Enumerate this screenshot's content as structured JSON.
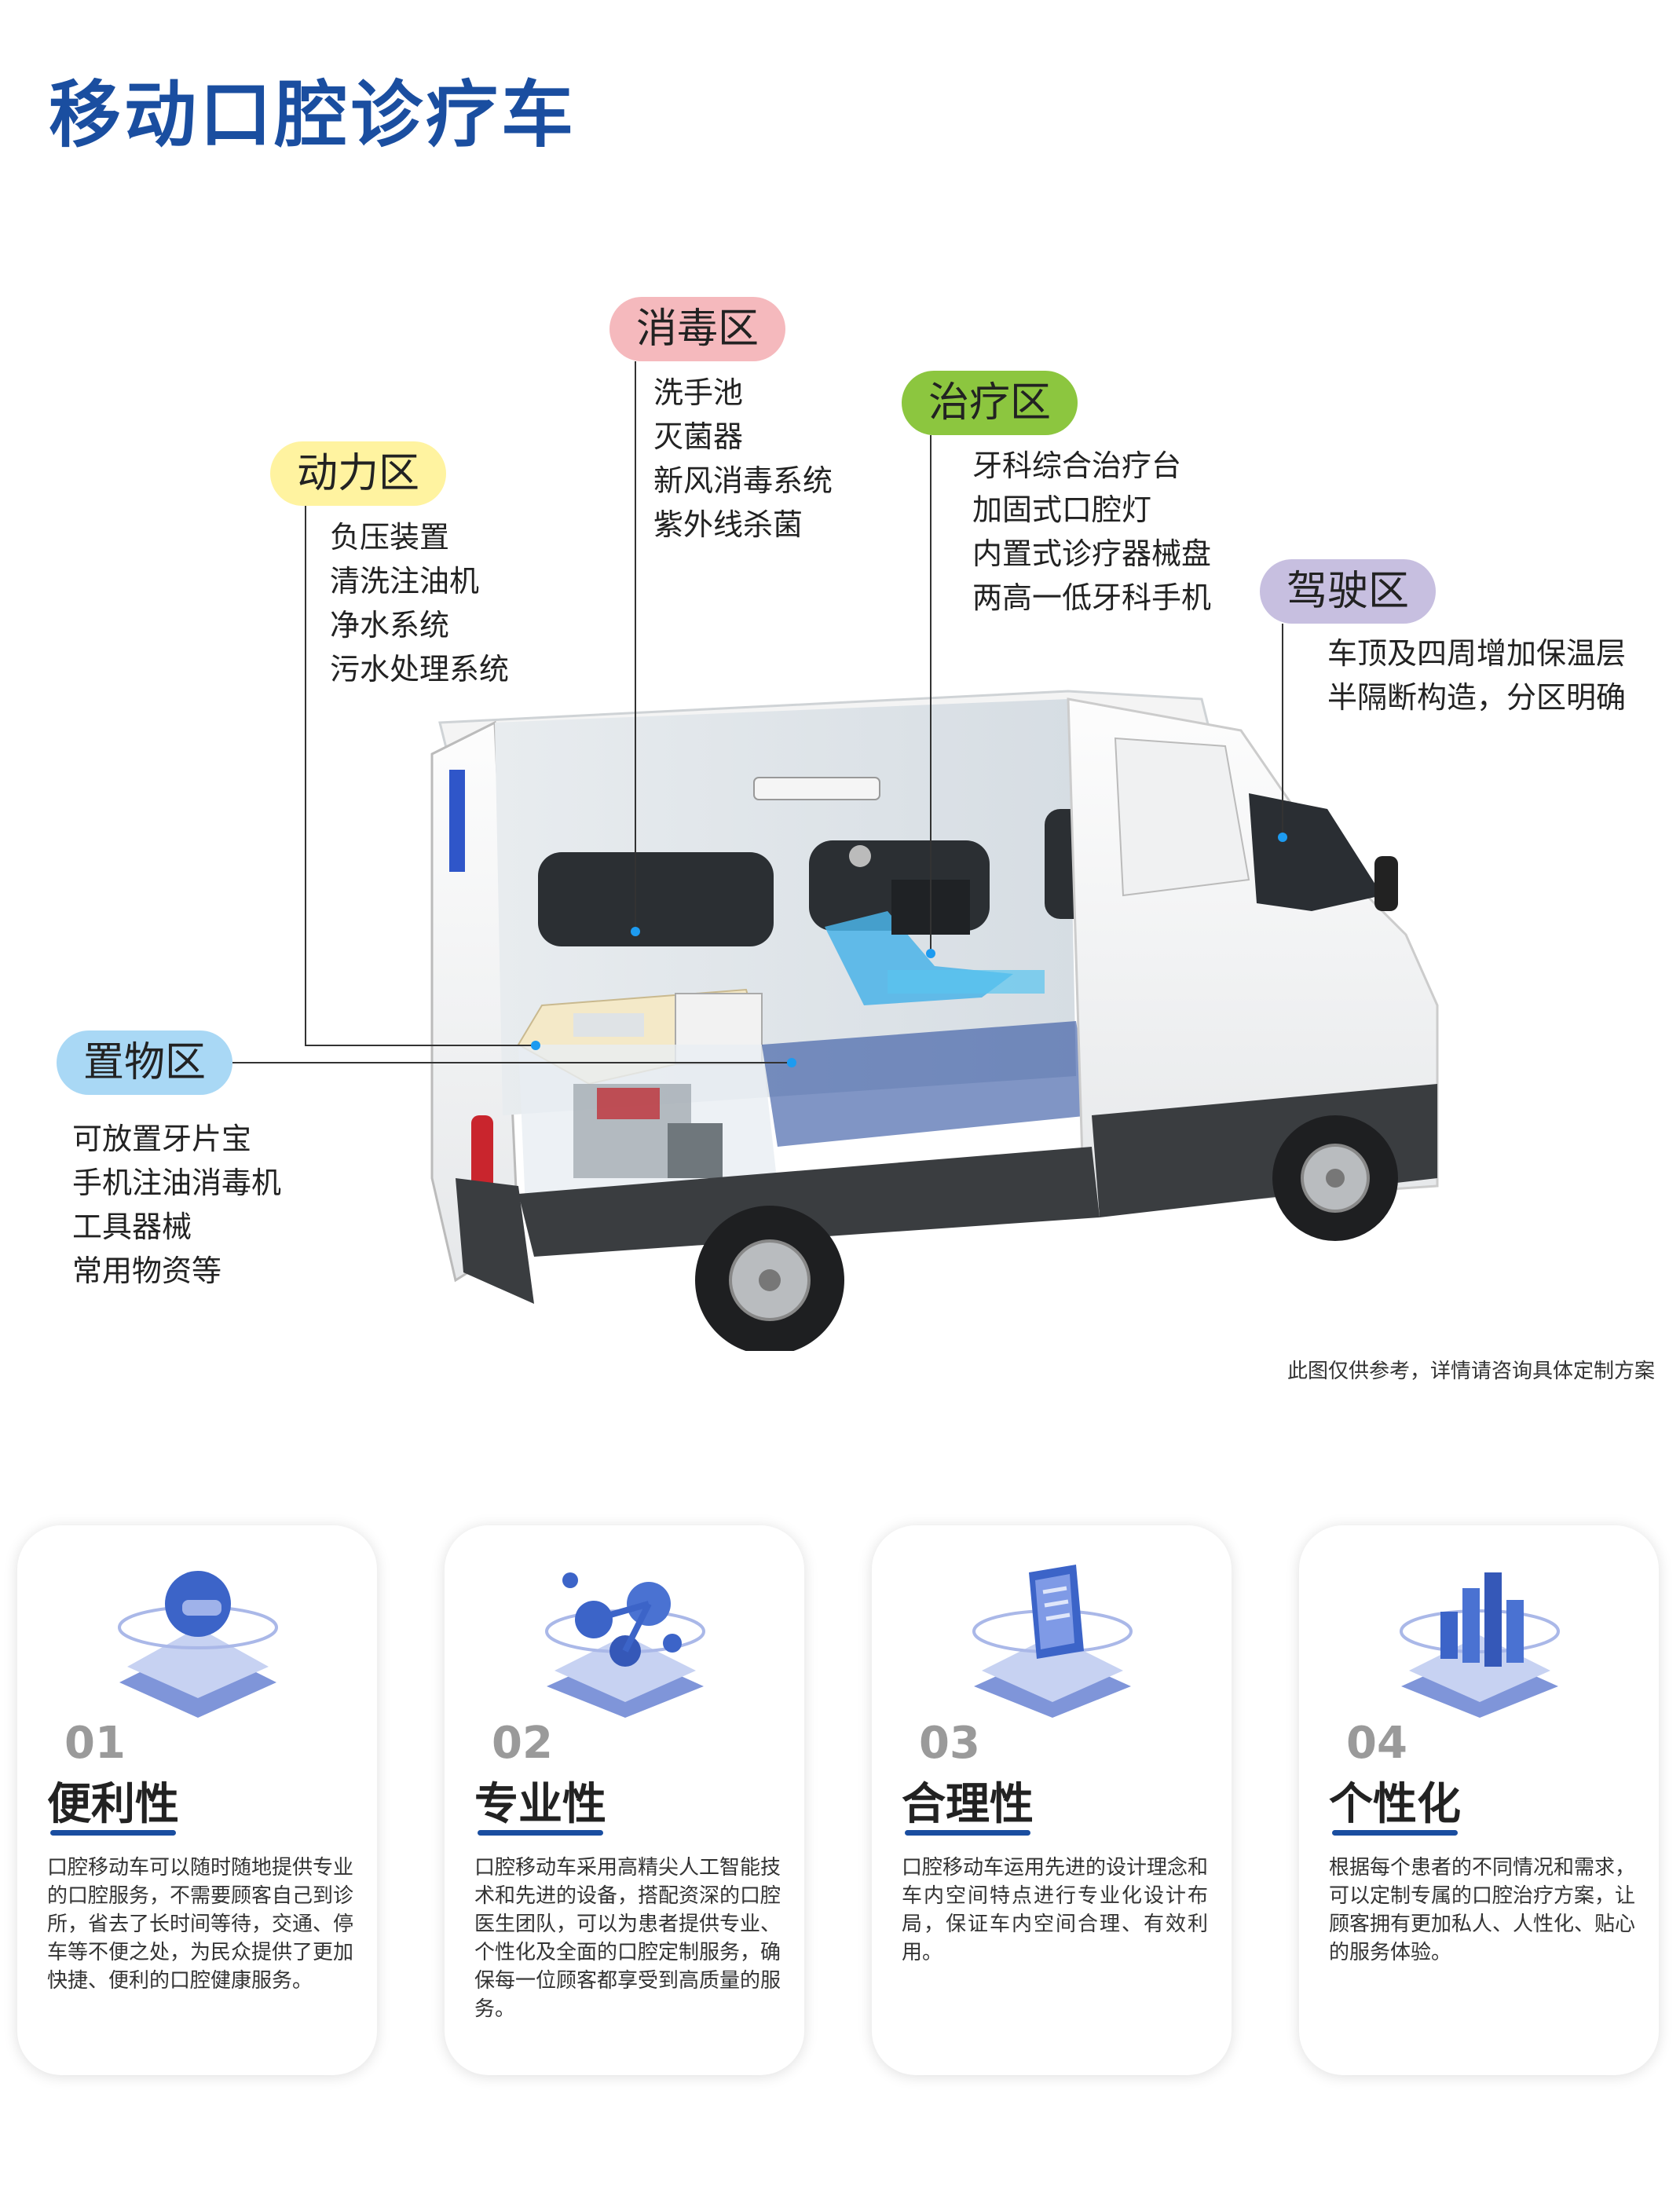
{
  "page_title": "移动口腔诊疗车",
  "colors": {
    "title_blue": "#1a4ea0",
    "pill_disinfection": "#f5b9bd",
    "pill_treatment": "#8cc63f",
    "pill_power": "#fff3a0",
    "pill_driving": "#c7bfe0",
    "pill_storage": "#a9d8f5",
    "marker_dot": "#1d9bf0"
  },
  "zones": {
    "disinfection": {
      "label": "消毒区",
      "items": [
        "洗手池",
        "灭菌器",
        "新风消毒系统",
        "紫外线杀菌"
      ]
    },
    "treatment": {
      "label": "治疗区",
      "items": [
        "牙科综合治疗台",
        "加固式口腔灯",
        "内置式诊疗器械盘",
        "两高一低牙科手机"
      ]
    },
    "power": {
      "label": "动力区",
      "items": [
        "负压装置",
        "清洗注油机",
        "净水系统",
        "污水处理系统"
      ]
    },
    "driving": {
      "label": "驾驶区",
      "items": [
        "车顶及四周增加保温层",
        "半隔断构造，分区明确"
      ]
    },
    "storage": {
      "label": "置物区",
      "items": [
        "可放置牙片宝",
        "手机注油消毒机",
        "工具器械",
        "常用物资等"
      ]
    }
  },
  "disclaimer": "此图仅供参考，详情请咨询具体定制方案",
  "features": [
    {
      "num": "01",
      "title": "便利性",
      "icon": "headset-head-icon",
      "text": "口腔移动车可以随时随地提供专业的口腔服务，不需要顾客自己到诊所，省去了长时间等待，交通、停车等不便之处，为民众提供了更加快捷、便利的口腔健康服务。"
    },
    {
      "num": "02",
      "title": "专业性",
      "icon": "molecule-network-icon",
      "text": "口腔移动车采用高精尖人工智能技术和先进的设备，搭配资深的口腔医生团队，可以为患者提供专业、个性化及全面的口腔定制服务，确保每一位顾客都享受到高质量的服务。"
    },
    {
      "num": "03",
      "title": "合理性",
      "icon": "document-layers-icon",
      "text": "口腔移动车运用先进的设计理念和车内空间特点进行专业化设计布局，保证车内空间合理、有效利用。"
    },
    {
      "num": "04",
      "title": "个性化",
      "icon": "bar-chart-3d-icon",
      "text": "根据每个患者的不同情况和需求，可以定制专属的口腔治疗方案，让顾客拥有更加私人、人性化、贴心的服务体验。"
    }
  ]
}
